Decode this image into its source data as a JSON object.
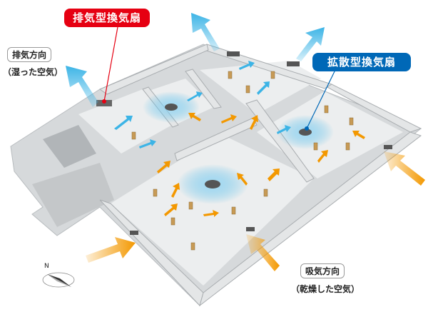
{
  "labels": {
    "exhaust_fan": "排気型換気扇",
    "diffusion_fan": "拡散型換気扇",
    "exhaust_direction": "排気方向",
    "exhaust_direction_note": "（湿った空気）",
    "intake_direction": "吸気方向",
    "intake_direction_note": "（乾燥した空気）",
    "compass_north": "N"
  },
  "colors": {
    "exhaust_tag": "#e60012",
    "diffusion_tag": "#0068b7",
    "exhaust_arrow": "#3cb4e6",
    "intake_arrow": "#f39800",
    "concrete": "#cfd2d4"
  }
}
